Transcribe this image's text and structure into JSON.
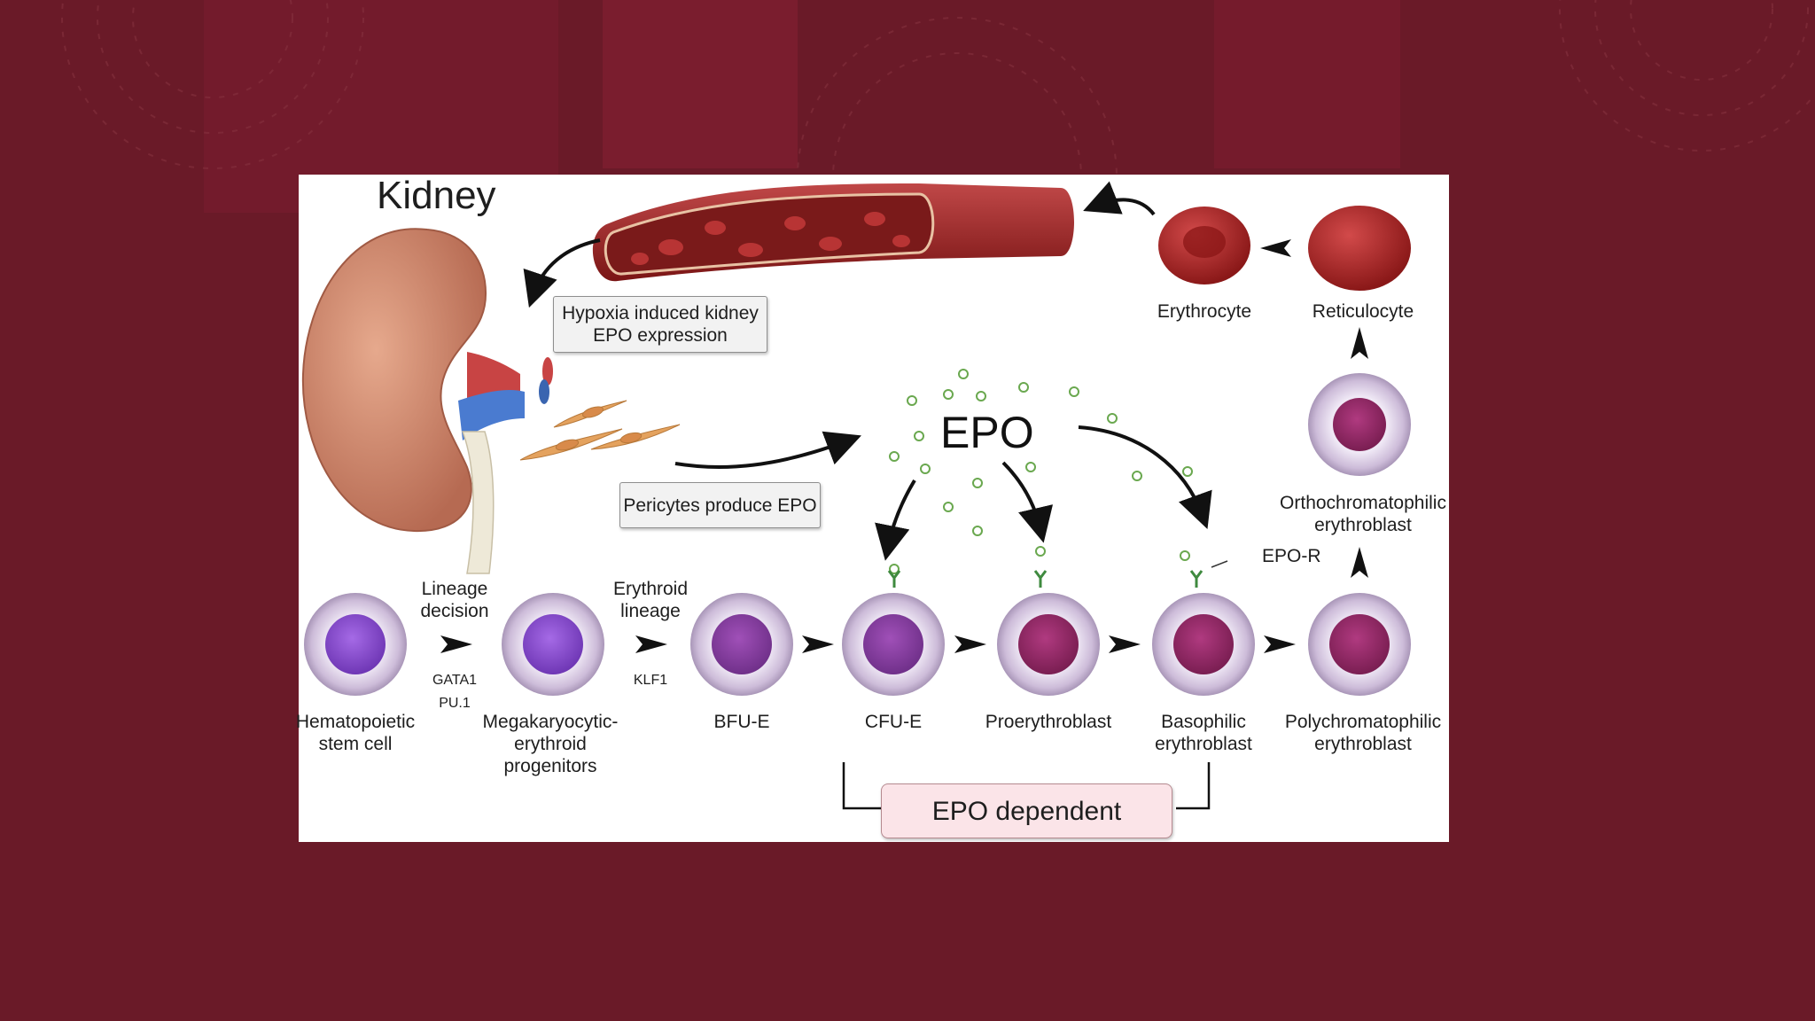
{
  "diagram": {
    "title": "Kidney",
    "epo_label": "EPO",
    "hypoxia_box": "Hypoxia induced kidney\nEPO expression",
    "pericytes_box": "Pericytes produce EPO",
    "epo_dependent": "EPO dependent",
    "epo_r": "EPO-R",
    "transitions": {
      "lineage": "Lineage\ndecision",
      "lineage_factors": "GATA1\nPU.1",
      "erythroid": "Erythroid\nlineage",
      "erythroid_factor": "KLF1"
    },
    "cells": {
      "hsc": "Hematopoietic\nstem cell",
      "mep": "Megakaryocytic-\nerythroid\nprogenitors",
      "bfue": "BFU-E",
      "cfue": "CFU-E",
      "pro": "Proerythroblast",
      "baso": "Basophilic\nerythroblast",
      "poly": "Polychromatophilic\nerythroblast",
      "ortho": "Orthochromatophilic\nerythroblast",
      "retic": "Reticulocyte",
      "ery": "Erythrocyte"
    }
  },
  "colors": {
    "page_background": "#6a1a28",
    "cell_membrane": "#d2c4dc",
    "nucleus_early": "#8a4fd0",
    "nucleus_late": "#9a2a6a",
    "red_cell": "#b02a2a",
    "kidney": "#d99478",
    "epo_dots": "#6aa84f"
  }
}
